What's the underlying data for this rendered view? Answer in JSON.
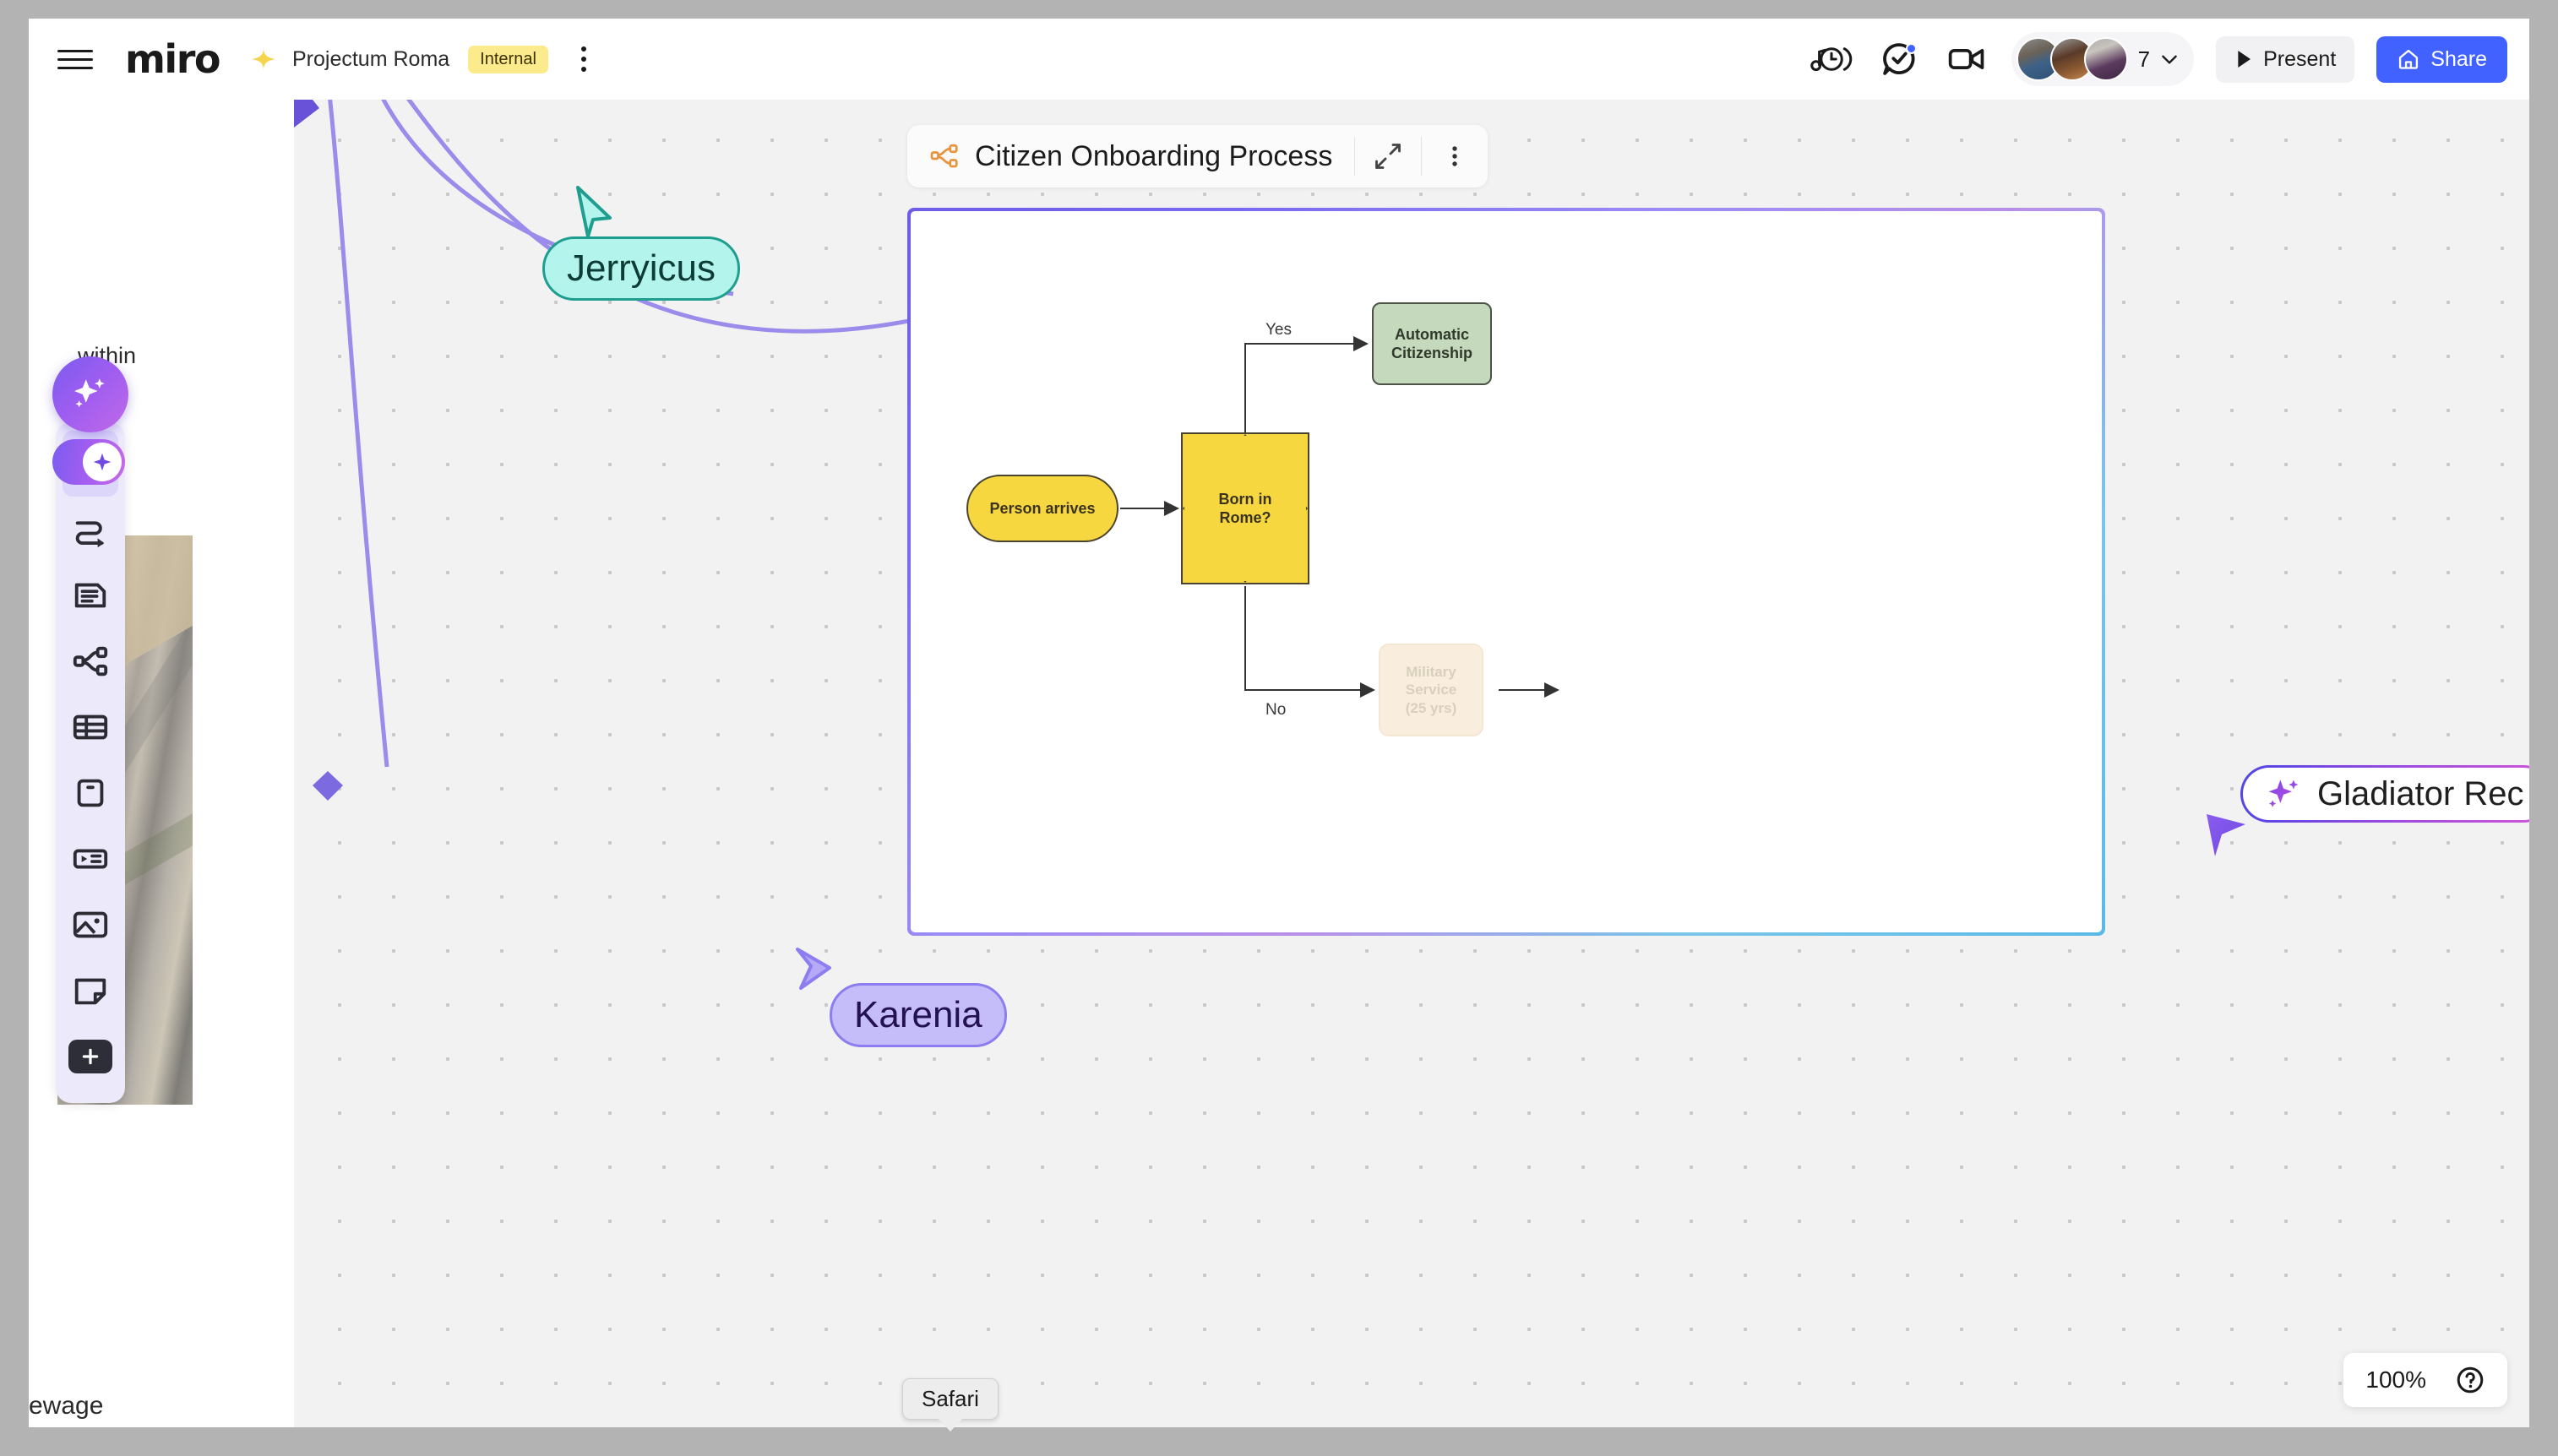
{
  "app": {
    "logo": "miro",
    "board_name": "Projectum Roma",
    "tag": "Internal",
    "menu_icon": "hamburger-menu-icon",
    "sparkle_icon": "sparkle-icon",
    "kebab_icon": "more-options-icon"
  },
  "topbar_right": {
    "history_icon": "activity-history-icon",
    "comment_icon": "comment-icon",
    "video_icon": "video-call-icon",
    "collaborator_count": "7",
    "chevron_icon": "chevron-down-icon",
    "present_label": "Present",
    "present_icon": "play-icon",
    "share_label": "Share",
    "share_icon": "share-home-icon"
  },
  "toolbar": {
    "ai_orb": "ai-sparkle-orb-icon",
    "ai_toggle": "ai-toggle-icon",
    "items": [
      {
        "name": "select-tool",
        "icon": "cursor-arrow-icon",
        "active": true
      },
      {
        "name": "connector-tool",
        "icon": "connection-line-icon",
        "active": false
      },
      {
        "name": "text-tool",
        "icon": "document-text-icon",
        "active": false
      },
      {
        "name": "mindmap-tool",
        "icon": "mindmap-icon",
        "active": false
      },
      {
        "name": "table-tool",
        "icon": "table-icon",
        "active": false
      },
      {
        "name": "frame-tool",
        "icon": "frame-icon",
        "active": false
      },
      {
        "name": "card-tool",
        "icon": "card-embed-icon",
        "active": false
      },
      {
        "name": "image-tool",
        "icon": "image-icon",
        "active": false
      },
      {
        "name": "sticky-note-tool",
        "icon": "sticky-note-icon",
        "active": false
      },
      {
        "name": "more-apps-tool",
        "icon": "plus-icon",
        "active": false
      }
    ]
  },
  "left_panel": {
    "ghost_line_1": "within",
    "ghost_line_2": "ith",
    "ghost_bottom": "ewage",
    "photo_alt": "roman-column-photo"
  },
  "cursors": [
    {
      "name": "Jerryicus",
      "color": "#b3f5ec",
      "border": "#1f9e90"
    },
    {
      "name": "Karenia",
      "color": "#c5bdfa",
      "border": "#8c7df0"
    }
  ],
  "ai_pill": {
    "text": "Gladiator Rec",
    "icon": "ai-sparkle-icon",
    "gradient_start": "#4f46e5",
    "gradient_end": "#d158d6"
  },
  "frame": {
    "icon": "mindmap-orange-icon",
    "title": "Citizen Onboarding Process",
    "expand_icon": "expand-diagonal-icon",
    "kebab_icon": "more-options-icon"
  },
  "chart_data": {
    "type": "diagram",
    "diagram_kind": "flowchart",
    "title": "Citizen Onboarding Process",
    "nodes": [
      {
        "id": "person",
        "label": "Person arrives",
        "shape": "stadium",
        "fill": "#f7d73f",
        "stroke": "#4a4330",
        "state": "normal"
      },
      {
        "id": "decision",
        "label": "Born in\nRome?",
        "shape": "diamond",
        "fill": "#f7d73f",
        "stroke": "#4a4330",
        "state": "normal"
      },
      {
        "id": "auto",
        "label": "Automatic\nCitizenship",
        "shape": "rounded-rect",
        "fill": "#c5d9bd",
        "stroke": "#4c5447",
        "state": "normal"
      },
      {
        "id": "military",
        "label": "Military Service\n(25 yrs)",
        "shape": "rounded-rect",
        "fill": "#f7e9d3",
        "stroke": "#f0e0c6",
        "state": "faded"
      }
    ],
    "edges": [
      {
        "from": "person",
        "to": "decision",
        "label": ""
      },
      {
        "from": "decision",
        "to": "auto",
        "label": "Yes"
      },
      {
        "from": "decision",
        "to": "military",
        "label": "No"
      },
      {
        "from": "military",
        "to": "",
        "label": ""
      }
    ],
    "node_labels": {
      "person": "Person arrives",
      "decision_l1": "Born in",
      "decision_l2": "Rome?",
      "auto_l1": "Automatic",
      "auto_l2": "Citizenship",
      "mil_l1": "Military Service",
      "mil_l2": "(25 yrs)"
    },
    "edge_labels": {
      "yes": "Yes",
      "no": "No"
    }
  },
  "dock": {
    "tooltip": "Safari"
  },
  "zoom": {
    "level": "100%",
    "help_icon": "help-question-icon"
  }
}
